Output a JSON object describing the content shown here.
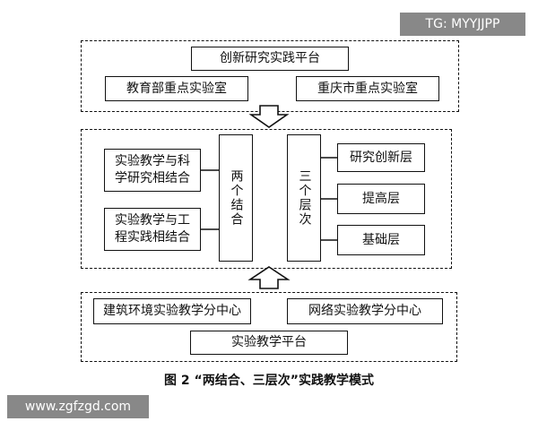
{
  "watermark_top": "TG: MYYJJPP",
  "watermark_bottom": "www.zgfzgd.com",
  "caption": "图 2 “两结合、三层次”实践教学模式",
  "top_platform": {
    "title": "创新研究实践平台",
    "left": "教育部重点实验室",
    "right": "重庆市重点实验室"
  },
  "middle": {
    "combo_a": "实验教学与科学研究相结合",
    "combo_b": "实验教学与工程实践相结合",
    "two_combos": "两个结合",
    "three_levels": "三个层次",
    "level_research": "研究创新层",
    "level_improve": "提高层",
    "level_basic": "基础层"
  },
  "bottom_platform": {
    "left": "建筑环境实验教学分中心",
    "right": "网络实验教学分中心",
    "title": "实验教学平台"
  }
}
